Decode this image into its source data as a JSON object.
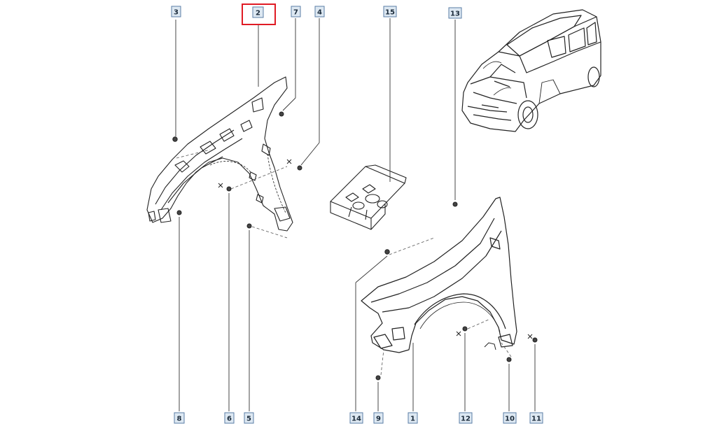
{
  "diagram": {
    "selected_label": "2",
    "highlight_color": "#e01b24",
    "label_fill": "#dde8f2",
    "label_border": "#5a7ea6",
    "labels": [
      {
        "id": "3",
        "text": "3"
      },
      {
        "id": "2",
        "text": "2"
      },
      {
        "id": "7",
        "text": "7"
      },
      {
        "id": "4",
        "text": "4"
      },
      {
        "id": "15",
        "text": "15"
      },
      {
        "id": "13",
        "text": "13"
      },
      {
        "id": "8",
        "text": "8"
      },
      {
        "id": "6",
        "text": "6"
      },
      {
        "id": "5",
        "text": "5"
      },
      {
        "id": "14",
        "text": "14"
      },
      {
        "id": "9",
        "text": "9"
      },
      {
        "id": "1",
        "text": "1"
      },
      {
        "id": "12",
        "text": "12"
      },
      {
        "id": "10",
        "text": "10"
      },
      {
        "id": "11",
        "text": "11"
      }
    ]
  }
}
